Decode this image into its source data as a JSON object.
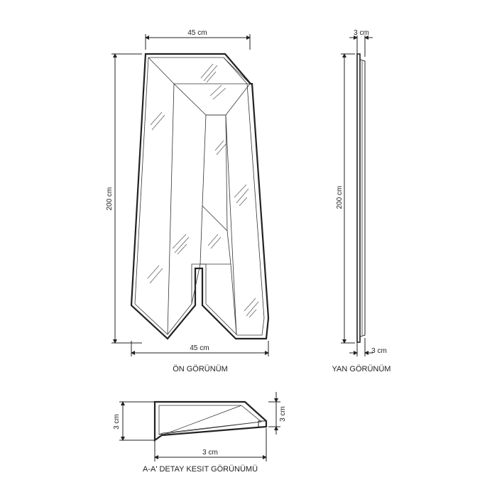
{
  "front_view": {
    "caption": "ÖN GÖRÜNÜM",
    "top_width": "45 cm",
    "bottom_width": "45 cm",
    "height": "200 cm"
  },
  "side_view": {
    "caption": "YAN GÖRÜNÜM",
    "top_depth": "3 cm",
    "bottom_depth": "3 cm",
    "height": "200 cm"
  },
  "section_view": {
    "caption": "A-A' DETAY KESIT GÖRÜNÜMÜ",
    "left_height": "3 cm",
    "right_height": "3 cm",
    "bottom_width": "3 cm"
  }
}
